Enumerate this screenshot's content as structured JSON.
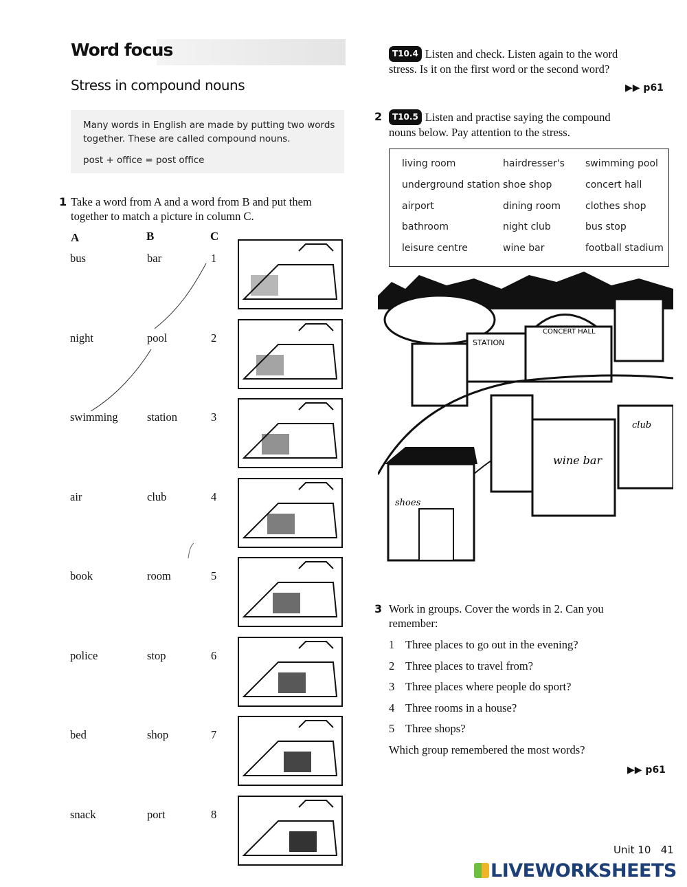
{
  "header": {
    "title": "Word focus",
    "subtitle": "Stress in compound nouns"
  },
  "note": {
    "line1": "Many words in English are made by putting two words",
    "line2": "together. These are called compound nouns.",
    "example": "post + office = post office"
  },
  "ex1": {
    "number": "1",
    "instruction_line1": "Take a word from A and a word from B and put them",
    "instruction_line2": "together to match a picture in column C.",
    "col_a": "A",
    "col_b": "B",
    "col_c": "C",
    "rows": [
      {
        "a": "bus",
        "b": "bar",
        "c": "1"
      },
      {
        "a": "night",
        "b": "pool",
        "c": "2"
      },
      {
        "a": "swimming",
        "b": "station",
        "c": "3"
      },
      {
        "a": "air",
        "b": "club",
        "c": "4"
      },
      {
        "a": "book",
        "b": "room",
        "c": "5"
      },
      {
        "a": "police",
        "b": "stop",
        "c": "6"
      },
      {
        "a": "bed",
        "b": "shop",
        "c": "7"
      },
      {
        "a": "snack",
        "b": "port",
        "c": "8"
      }
    ]
  },
  "check": {
    "badge": "T10.4",
    "line1": "Listen and check. Listen again to the word",
    "line2": "stress. Is it on the first word or the second word?",
    "ref": "p61"
  },
  "ex2": {
    "number": "2",
    "badge": "T10.5",
    "line1": "Listen and practise saying the compound",
    "line2": "nouns below. Pay attention to the stress.",
    "words": [
      [
        "living room",
        "hairdresser's",
        "swimming pool"
      ],
      [
        "underground station",
        "shoe shop",
        "concert hall"
      ],
      [
        "airport",
        "dining room",
        "clothes shop"
      ],
      [
        "bathroom",
        "night club",
        "bus stop"
      ],
      [
        "leisure centre",
        "wine bar",
        "football stadium"
      ]
    ]
  },
  "city_labels": {
    "station": "STATION",
    "concert_hall": "CONCERT HALL",
    "club": "club",
    "wine_bar": "wine bar",
    "shoes": "shoes"
  },
  "ex3": {
    "number": "3",
    "line1": "Work in groups. Cover the words in 2. Can you",
    "line2": "remember:",
    "questions": [
      {
        "n": "1",
        "q": "Three places to go out in the evening?"
      },
      {
        "n": "2",
        "q": "Three places to travel from?"
      },
      {
        "n": "3",
        "q": "Three places where people do sport?"
      },
      {
        "n": "4",
        "q": "Three rooms in a house?"
      },
      {
        "n": "5",
        "q": "Three shops?"
      }
    ],
    "closing": "Which group remembered the most words?",
    "ref": "p61"
  },
  "footer": {
    "unit": "Unit 10",
    "page": "41",
    "logo": "LIVEWORKSHEETS"
  }
}
